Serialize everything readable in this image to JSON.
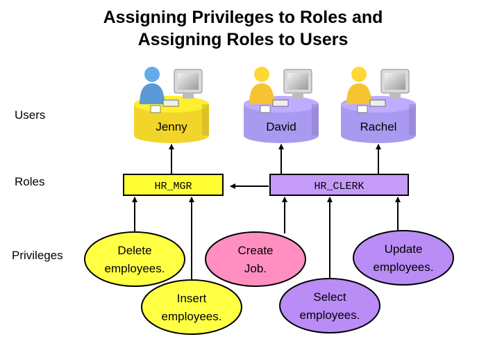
{
  "title": {
    "line1": "Assigning Privileges to Roles and",
    "line2": "Assigning Roles to Users"
  },
  "row_labels": {
    "users": "Users",
    "roles": "Roles",
    "privileges": "Privileges"
  },
  "users": [
    {
      "name": "Jenny",
      "color": "#f2d52a"
    },
    {
      "name": "David",
      "color": "#a99af0"
    },
    {
      "name": "Rachel",
      "color": "#a99af0"
    }
  ],
  "roles": [
    {
      "name": "HR_MGR",
      "color": "#ffff33"
    },
    {
      "name": "HR_CLERK",
      "color": "#c49cf7"
    }
  ],
  "privileges": [
    {
      "line1": "Delete",
      "line2": "employees.",
      "color": "#ffff44",
      "role": "HR_MGR"
    },
    {
      "line1": "Insert",
      "line2": "employees.",
      "color": "#ffff44",
      "role": "HR_MGR"
    },
    {
      "line1": "Create",
      "line2": "Job.",
      "color": "#ff8fc0",
      "role": "HR_CLERK"
    },
    {
      "line1": "Select",
      "line2": "employees.",
      "color": "#b98cf6",
      "role": "HR_CLERK"
    },
    {
      "line1": "Update",
      "line2": "employees.",
      "color": "#b98cf6",
      "role": "HR_CLERK"
    }
  ]
}
